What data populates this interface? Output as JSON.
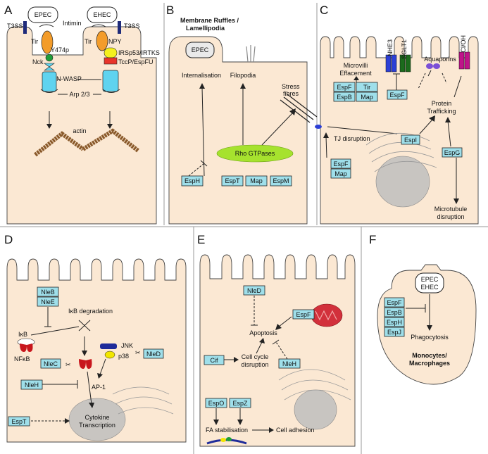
{
  "panels": {
    "A": {
      "letter": "A",
      "epec": "EPEC",
      "ehec": "EHEC",
      "t3ss_left": "T3SS",
      "t3ss_right": "T3SS",
      "intimin": "Intimin",
      "tir_left": "Tir",
      "tir_right": "Tir",
      "y474p": "Y474p",
      "npy": "NPY",
      "nck": "Nck",
      "irsp": "IRSp53/IRTKS",
      "tccp": "TccP/EspFU",
      "nwasp": "N-WASP",
      "arp": "Arp 2/3",
      "actin": "actin"
    },
    "B": {
      "letter": "B",
      "membrane_ruffles": "Membrane Ruffles /",
      "lamellipodia": "Lamellipodia",
      "epec": "EPEC",
      "internalisation": "Internalisation",
      "filopodia": "Filopodia",
      "stress": "Stress",
      "fibres": "fibres",
      "rho": "Rho GTPases",
      "boxes": [
        "EspH",
        "EspT",
        "Map",
        "EspM"
      ]
    },
    "C": {
      "letter": "C",
      "microvilli": "Microvilli",
      "effacement": "Effacement",
      "nhe3": "NHE3",
      "sglt1": "SGLT1",
      "aquaporins": "Aquaporins",
      "cloh": "Cl/OH",
      "protein": "Protein",
      "trafficking": "Trafficking",
      "tj": "TJ disruption",
      "microtubule": "Microtubule",
      "disruption": "disruption",
      "boxes": [
        "EspF",
        "Tir",
        "EspB",
        "Map",
        "EspF",
        "EspI",
        "EspG",
        "EspF",
        "Map"
      ]
    },
    "D": {
      "letter": "D",
      "ikb_deg": "IκB degradation",
      "ikb": "IκB",
      "nfkb": "NFκB",
      "jnk": "JNK",
      "p38": "p38",
      "ap1": "AP-1",
      "cytokine": "Cytokine",
      "transcription": "Transcription",
      "boxes": [
        "NleB",
        "NleE",
        "NleC",
        "NleD",
        "NleH",
        "EspT"
      ]
    },
    "E": {
      "letter": "E",
      "apoptosis": "Apoptosis",
      "cell_cycle": "Cell cycle",
      "disruption": "disruption",
      "fa": "FA stabilisation",
      "adhesion": "Cell adhesion",
      "boxes": [
        "NleD",
        "EspF",
        "Cif",
        "NleH",
        "EspO",
        "EspZ"
      ]
    },
    "F": {
      "letter": "F",
      "epec": "EPEC",
      "ehec": "EHEC",
      "phagocytosis": "Phagocytosis",
      "monocytes": "Monocytes/",
      "macrophages": "Macrophages",
      "boxes": [
        "EspF",
        "EspB",
        "EspH",
        "EspJ"
      ]
    }
  },
  "colors": {
    "cell_fill": "#fbe8d3",
    "effector_box": "#9fdfea",
    "rho_gtpases": "#a6e22e",
    "nucleus": "#c8c5c1",
    "tir_orange": "#f39c2a",
    "nck_green": "#1f9e3a",
    "nwasp_cyan": "#5fd3ef",
    "npy_yellow": "#f4f01e",
    "tccp_red": "#e8342a",
    "t3ss_navy": "#1f2b7a",
    "mito_red": "#d2303b",
    "nfkb_red": "#c8161d",
    "jnk_navy": "#1f2b9a",
    "p38_yellow": "#f2e600",
    "aquaporin_purple": "#7b4fd6",
    "cloh_magenta": "#c0148a",
    "sglt1_green": "#1c6b1c",
    "nhe3_blue": "#2c3fd6"
  }
}
